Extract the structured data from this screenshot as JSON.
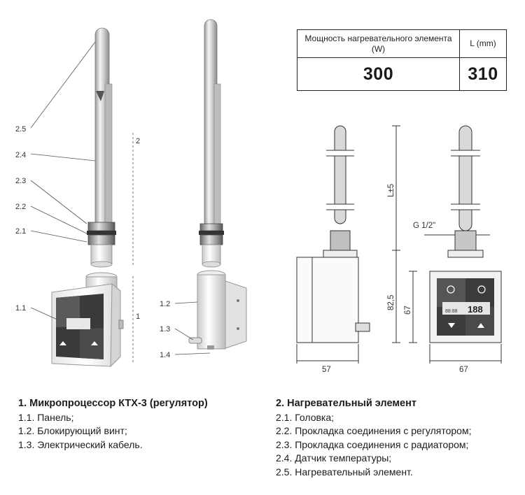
{
  "table": {
    "header_power": "Мощность нагревательного элемента (W)",
    "header_length": "L (mm)",
    "value_power": "300",
    "value_length": "310"
  },
  "callouts": {
    "c25": "2.5",
    "c24": "2.4",
    "c23": "2.3",
    "c22": "2.2",
    "c21": "2.1",
    "c11": "1.1",
    "c12": "1.2",
    "c13": "1.3",
    "c14": "1.4",
    "n2": "2",
    "n1": "1"
  },
  "dimensions": {
    "width_side": "57",
    "width_front": "67",
    "height_front": "67",
    "height_total": "82,5",
    "length": "L±5",
    "thread": "G 1/2\""
  },
  "display": {
    "digits": "188",
    "small": "88:88"
  },
  "legend_left": {
    "title": "1. Микропроцессор КТХ-3 (регулятор)",
    "items": [
      "1.1. Панель;",
      "1.2. Блокирующий винт;",
      "1.3. Электрический кабель."
    ]
  },
  "legend_right": {
    "title": "2. Нагревательный элемент",
    "items": [
      "2.1. Головка;",
      "2.2. Прокладка соединения с регулятором;",
      "2.3. Прокладка соединения с радиатором;",
      "2.4. Датчик температуры;",
      "2.5. Нагревательный элемент."
    ]
  }
}
